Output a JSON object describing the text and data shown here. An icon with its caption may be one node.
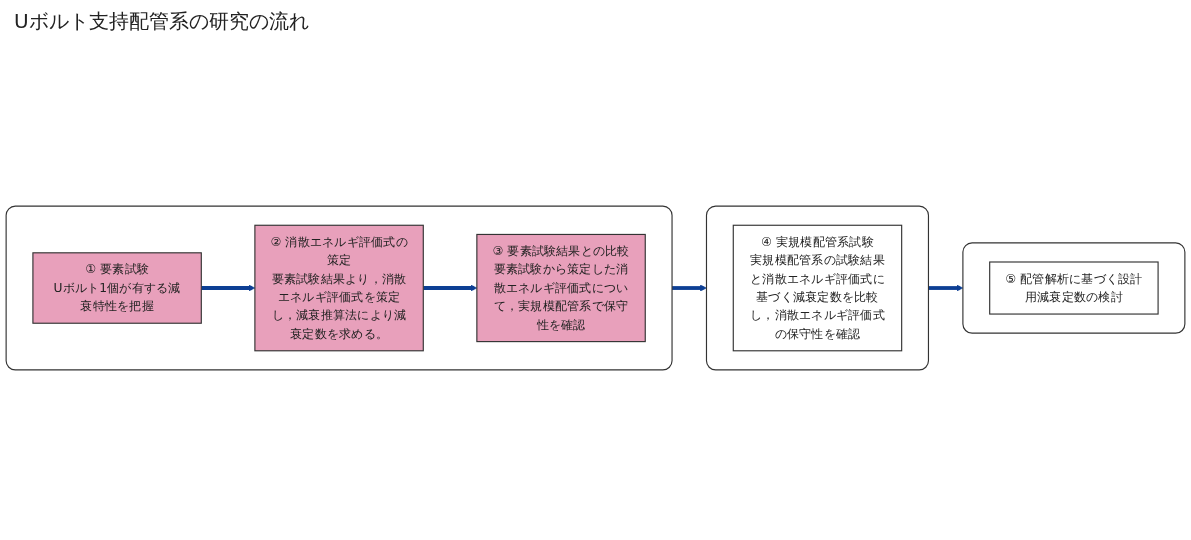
{
  "diagram": {
    "title": "Uボルト支持配管系の研究の流れ",
    "nodes": [
      {
        "text": [],
        "shape": "box"
      },
      {
        "text": [
          "① 要素試験",
          "Uボルト1個が有する減衰特性を把握"
        ],
        "in": 0
      },
      {
        "text": [
          "② 消散エネルギ評価式の策定",
          "要素試験結果より，消散エネルギ評価式を策定し，減衰推算法により減衰定数を求める。"
        ],
        "in": 0
      },
      {
        "text": [
          "③ 要素試験結果との比較",
          "要素試験から策定した消散エネルギ評価式について，実規模配管系で保守性を確認"
        ],
        "in": 0
      },
      {
        "text": [],
        "shape": "box"
      },
      {
        "text": [
          "④ 実規模配管系試験",
          "実規模配管系の試験結果と消散エネルギ評価式に基づく減衰定数を比較し，消散エネルギ評価式の保守性を確認"
        ],
        "in": 4
      },
      {
        "text": [],
        "shape": "box"
      },
      {
        "text": [
          "⑤ 配管解析に基づく設計用減衰定数の検討"
        ],
        "in": 6
      }
    ],
    "edges": [
      {
        "from": 1,
        "to": 2,
        "arrow": "to"
      },
      {
        "from": 2,
        "to": 3,
        "arrow": "to"
      },
      {
        "from": 0,
        "to": 4,
        "arrow": "to"
      },
      {
        "from": 4,
        "to": 6,
        "arrow": "to"
      }
    ]
  }
}
